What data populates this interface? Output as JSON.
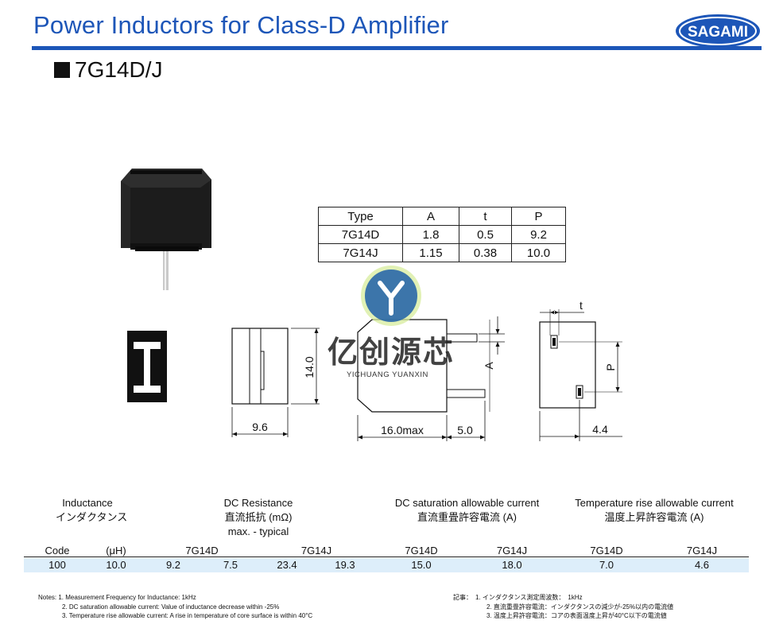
{
  "header": {
    "title": "Power Inductors for Class-D Amplifier",
    "brand": "SAGAMI",
    "model": "7G14D/J"
  },
  "dim_table": {
    "headers": [
      "Type",
      "A",
      "t",
      "P"
    ],
    "rows": [
      [
        "7G14D",
        "1.8",
        "0.5",
        "9.2"
      ],
      [
        "7G14J",
        "1.15",
        "0.38",
        "10.0"
      ]
    ]
  },
  "drawing": {
    "front_height": "14.0",
    "front_width": "9.6",
    "side_length": "16.0max",
    "pin_length": "5.0",
    "label_a": "A",
    "label_t": "t",
    "label_p": "P",
    "bottom_width": "4.4"
  },
  "spec": {
    "group_inductance": [
      "Inductance",
      "インダクタンス"
    ],
    "group_dcr": [
      "DC Resistance",
      "直流抵抗 (mΩ)",
      "max. - typical"
    ],
    "group_sat": [
      "DC saturation allowable current",
      "直流重畳許容電流 (A)"
    ],
    "group_temp": [
      "Temperature rise allowable current",
      "温度上昇許容電流 (A)"
    ],
    "subheaders": [
      "Code",
      "(μH)",
      "7G14D",
      "7G14J",
      "7G14D",
      "7G14J",
      "7G14D",
      "7G14J"
    ],
    "row": [
      "100",
      "10.0",
      "9.2",
      "7.5",
      "23.4",
      "19.3",
      "15.0",
      "18.0",
      "7.0",
      "4.6"
    ]
  },
  "notes_en": [
    "Notes: 1. Measurement Frequency for Inductance: 1kHz",
    "2. DC saturation allowable current: Value of inductance decrease within -25%",
    "3. Temperature rise allowable current: A rise in temperature of core surface is within 40°C"
  ],
  "notes_jp": [
    "記事：　1. インダクタンス測定周波数：　1kHz",
    "2. 直流重畳許容電流：インダクタンスの減少が-25%以内の電流値",
    "3. 温度上昇許容電流：コアの表面温度上昇が40°C以下の電流値"
  ],
  "watermark": {
    "text": "亿创源芯",
    "sub": "YICHUANG YUANXIN"
  },
  "colors": {
    "accent": "#1d56b8",
    "row_highlight": "#ddeefa"
  }
}
